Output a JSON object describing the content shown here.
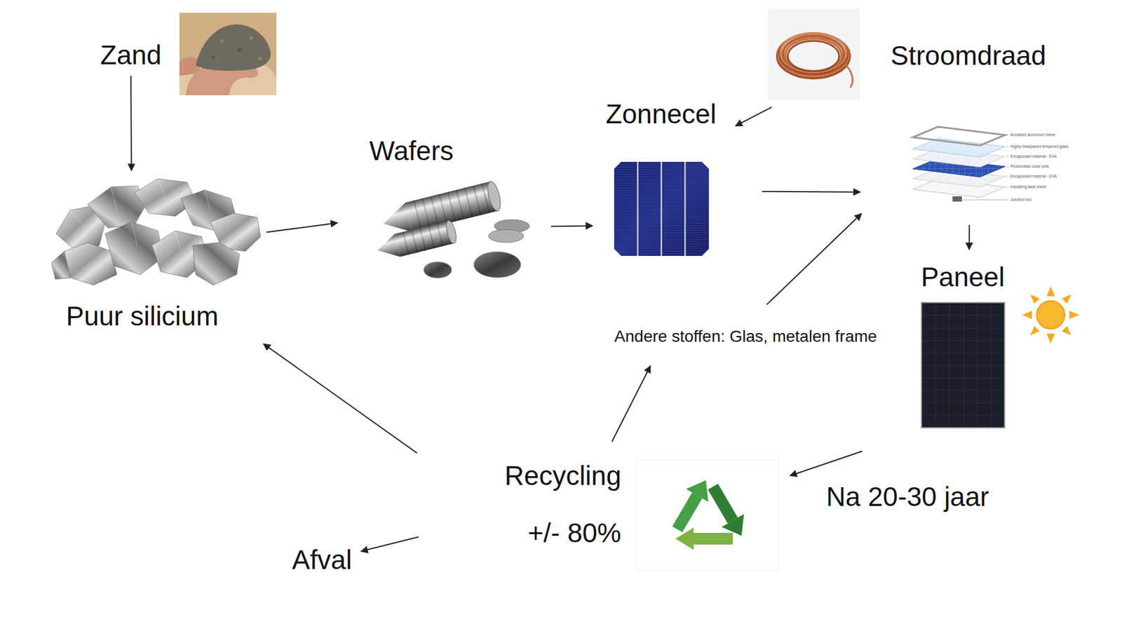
{
  "diagram": {
    "nodes": [
      {
        "text": [
          "Zand"
        ]
      },
      {
        "text": [
          "Stroomdraad"
        ]
      },
      {
        "text": [
          "Zonnecel"
        ]
      },
      {
        "text": [
          "Wafers"
        ]
      },
      {
        "text": [
          "Anodised aluminium frame",
          "Highly transparent tempered glass",
          "Encapsulant material - EVA",
          "Photovoltaic solar cells",
          "Encapsulant material - EVA",
          "Insulating back sheet",
          "Junction box"
        ]
      },
      {
        "text": [
          "Puur silicium"
        ]
      },
      {
        "text": [
          "Paneel"
        ]
      },
      {
        "text": [
          "Andere stoffen: Glas, metalen frame"
        ]
      },
      {
        "text": [
          "Recycling",
          "+/- 80%"
        ]
      },
      {
        "text": [
          "Afval"
        ]
      }
    ],
    "edges": [
      {
        "from": 0,
        "to": 5,
        "arrow": "to"
      },
      {
        "from": 5,
        "to": 3,
        "arrow": "to"
      },
      {
        "from": 3,
        "to": 2,
        "arrow": "to"
      },
      {
        "from": 1,
        "to": 2,
        "arrow": "to"
      },
      {
        "from": 2,
        "to": 4,
        "arrow": "to"
      },
      {
        "from": 7,
        "to": 4,
        "arrow": "to"
      },
      {
        "from": 4,
        "to": 6,
        "arrow": "to"
      },
      {
        "from": 6,
        "to": 8,
        "label": "Na 20-30 jaar",
        "arrow": "to"
      },
      {
        "from": 8,
        "to": 7,
        "arrow": "to"
      },
      {
        "from": 8,
        "to": 5,
        "arrow": "to"
      },
      {
        "from": 8,
        "to": 9,
        "arrow": "to"
      }
    ]
  }
}
